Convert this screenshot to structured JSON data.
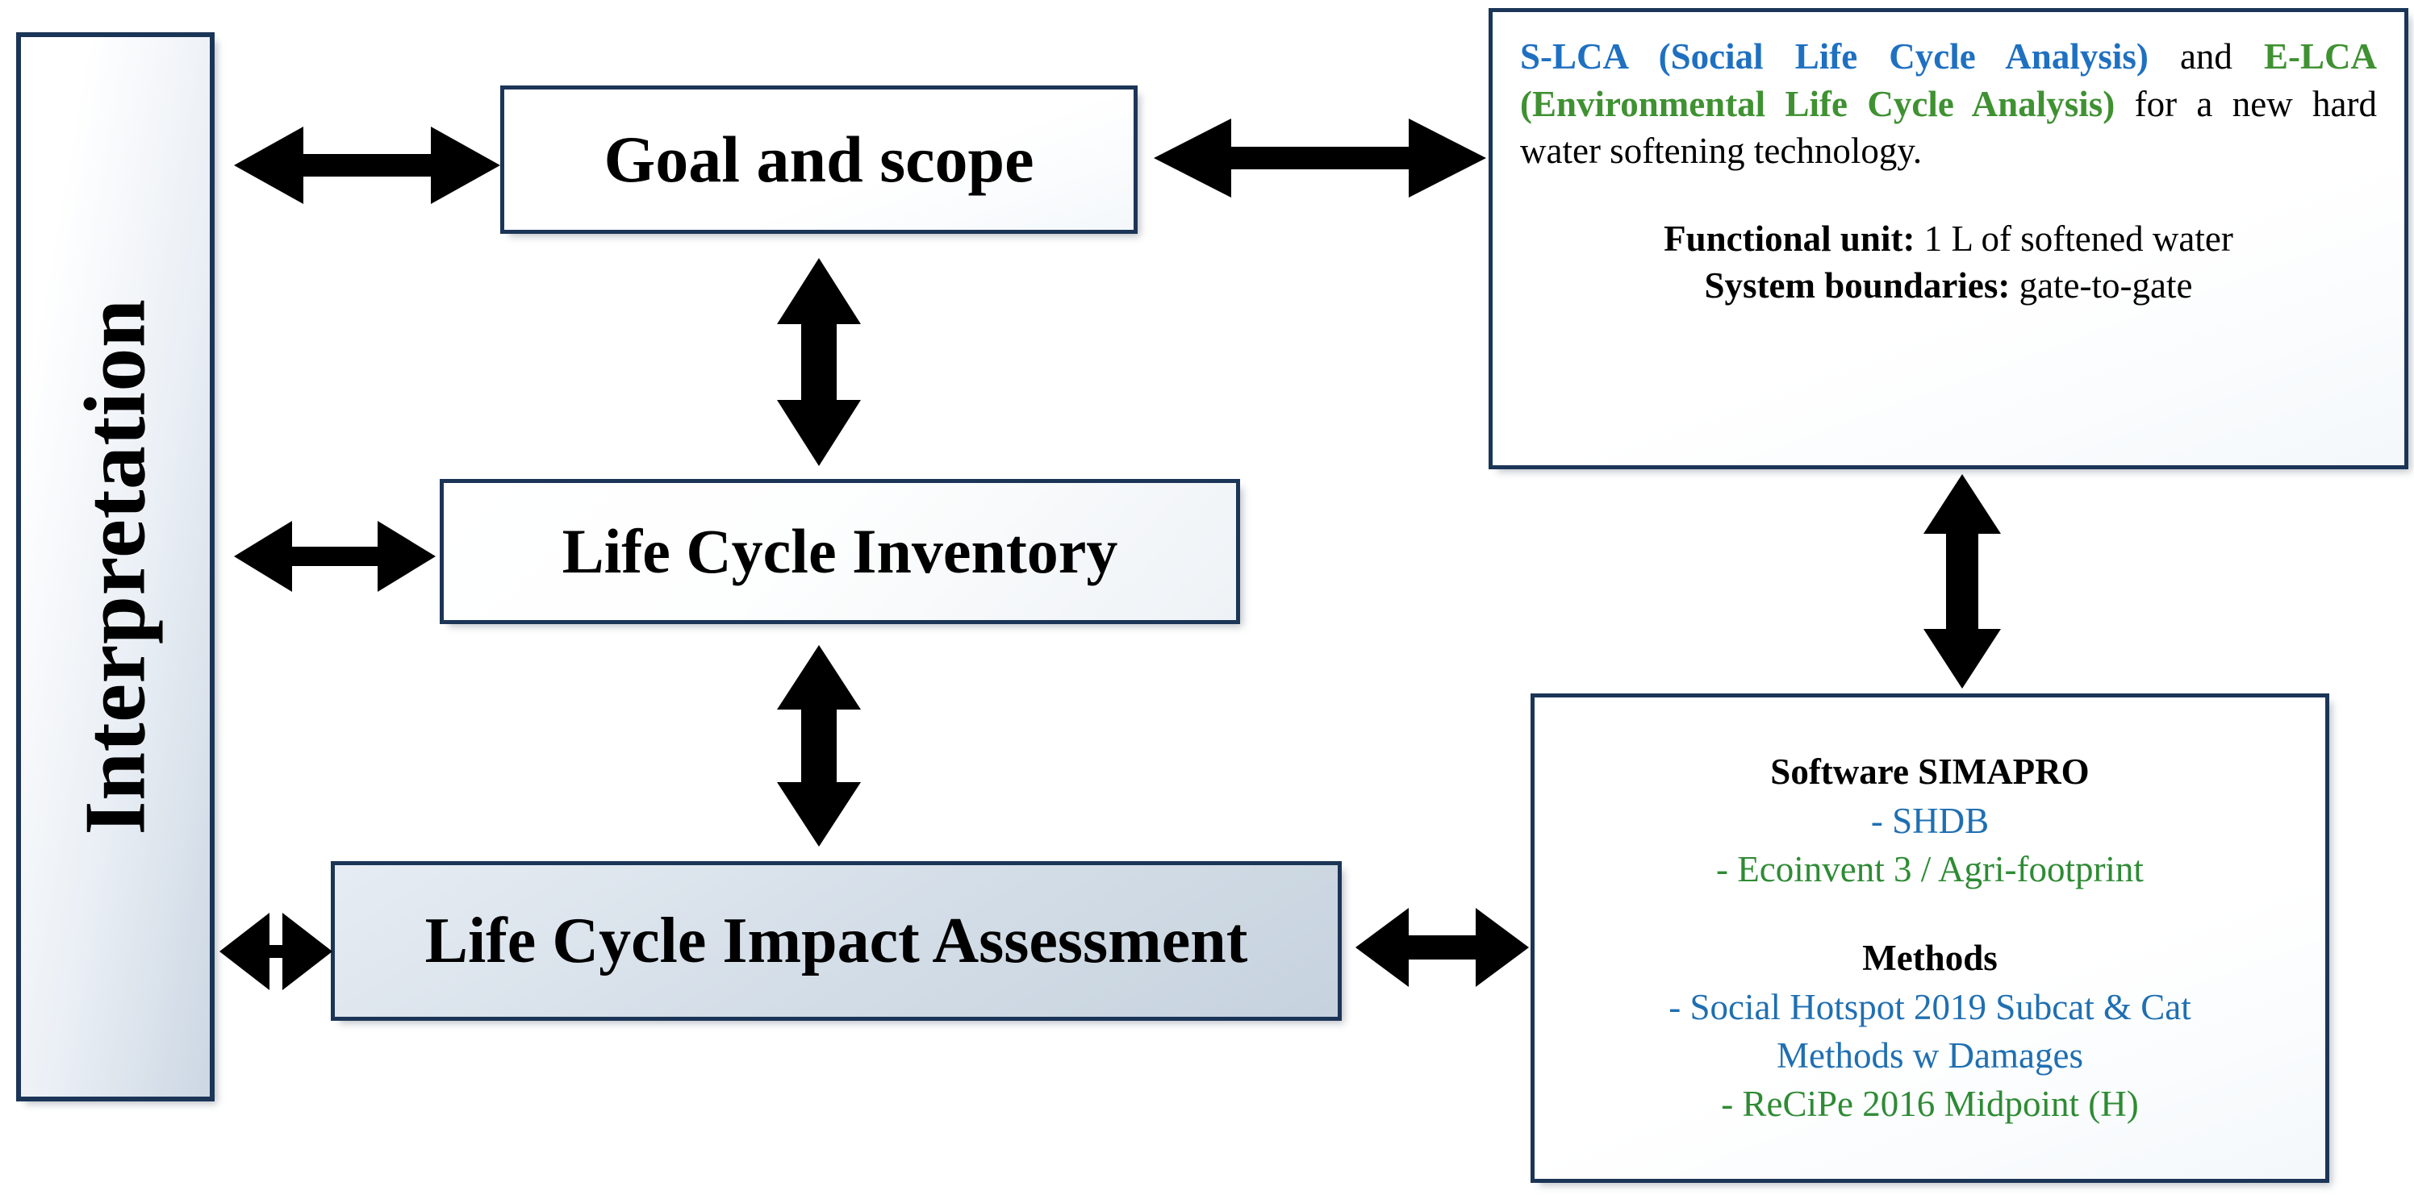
{
  "diagram": {
    "title": "LCA framework diagram",
    "colors": {
      "border": "#1b3557",
      "social_blue": "#1f70c1",
      "environmental_green": "#3f9132",
      "link_blue": "#1f6fb2",
      "link_green": "#2e8b34",
      "arrow": "#000000",
      "box_fill_blue": "#ccd7e3",
      "box_fill_pale": "#f1f5f9"
    }
  },
  "stages": {
    "interpretation": {
      "label": "Interpretation",
      "orientation": "vertical-bottom-to-top"
    },
    "goal_and_scope": {
      "label": "Goal and scope"
    },
    "life_cycle_inventory": {
      "label": "Life Cycle Inventory"
    },
    "life_cycle_impact_assessment": {
      "label": "Life Cycle Impact Assessment"
    }
  },
  "scope_detail": {
    "line1_blue": "S-LCA (Social Life Cycle Analysis)",
    "line1_conjunction": "and",
    "line1_green": "E-LCA (Environmental Life Cycle Analysis)",
    "line1_tail": "for a new hard water softening technology.",
    "functional_unit_label": "Functional unit:",
    "functional_unit_value": "1 L of softened water",
    "system_boundaries_label": "System boundaries:",
    "system_boundaries_value": "gate-to-gate"
  },
  "tools": {
    "software_heading": "Software SIMAPRO",
    "database_social": "- SHDB",
    "database_environmental": "- Ecoinvent 3 / Agri-footprint",
    "methods_heading": "Methods",
    "method_social_line1": "- Social Hotspot 2019 Subcat & Cat",
    "method_social_line2": "Methods w Damages",
    "method_environmental": "- ReCiPe 2016 Midpoint (H)"
  },
  "arrows": {
    "interpretation_to_goal": "bidirectional-horizontal",
    "interpretation_to_lci": "bidirectional-horizontal",
    "interpretation_to_lcia": "bidirectional-horizontal",
    "goal_to_scope_detail": "bidirectional-horizontal",
    "lcia_to_tools": "bidirectional-horizontal",
    "goal_to_lci": "bidirectional-vertical",
    "lci_to_lcia": "bidirectional-vertical",
    "scope_detail_to_tools": "bidirectional-vertical"
  }
}
